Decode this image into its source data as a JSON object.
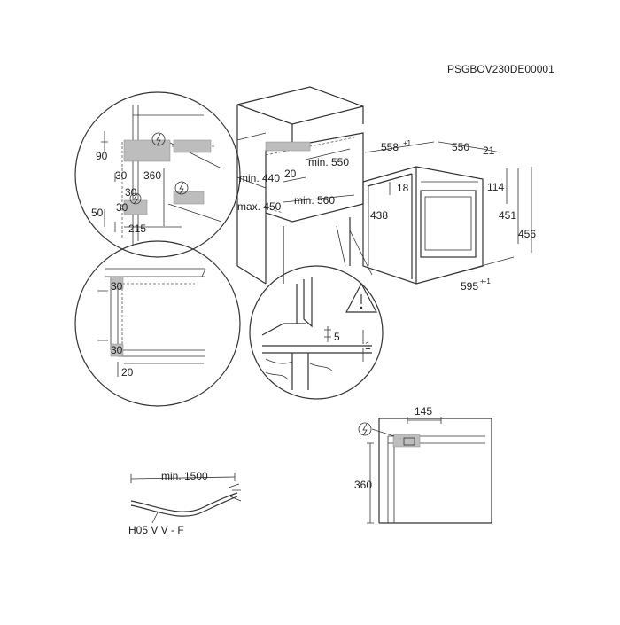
{
  "doc_code": "PSGBOV230DE00001",
  "detail_top_left": {
    "dim_90": "90",
    "dim_30a": "30",
    "dim_360": "360",
    "dim_30b": "30",
    "dim_30c": "30",
    "dim_50": "50",
    "dim_215": "215"
  },
  "niche": {
    "min_550": "min. 550",
    "min_440": "min. 440",
    "dim_20": "20",
    "max_450": "max. 450",
    "min_560": "min. 560"
  },
  "oven": {
    "dim_558": "558",
    "dim_558_tol": "+1",
    "dim_550": "550",
    "dim_21": "21",
    "dim_18": "18",
    "dim_114": "114",
    "dim_438": "438",
    "dim_451": "451",
    "dim_456": "456",
    "dim_595": "595",
    "dim_595_tol": "+-1"
  },
  "detail_mid_left": {
    "dim_30a": "30",
    "dim_30b": "30",
    "dim_20": "20"
  },
  "detail_mid_center": {
    "dim_5": "5",
    "dim_1": "1"
  },
  "cable": {
    "length": "min. 1500",
    "type": "H05 V V - F"
  },
  "bottom_right": {
    "dim_145": "145",
    "dim_360": "360"
  }
}
